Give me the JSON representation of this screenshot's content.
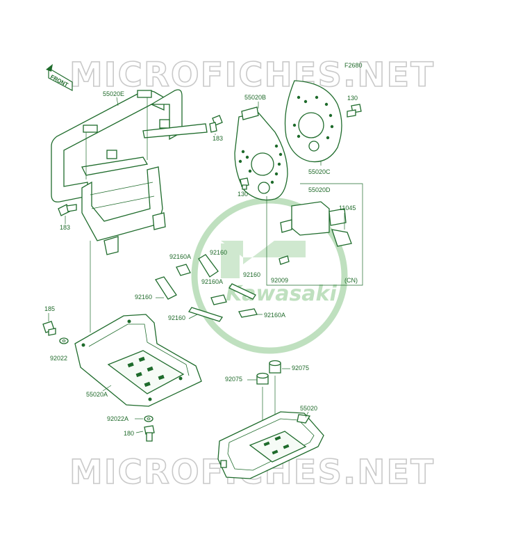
{
  "diagram": {
    "figure_code": "F2680",
    "front_label": "FRONT",
    "watermark_top": "MICROFICHES.NET",
    "watermark_bottom": "MICROFICHES.NET",
    "logo_text": "Kawasaki",
    "labels": {
      "p55020E": "55020E",
      "p183a": "183",
      "p183b": "183",
      "p55020B": "55020B",
      "p55020C": "55020C",
      "p130a": "130",
      "p130b": "130",
      "p55020D": "55020D",
      "p11045": "11045",
      "p92009": "92009",
      "pCN": "(CN)",
      "p92160A_1": "92160A",
      "p92160_1": "92160",
      "p92160A_2": "92160A",
      "p92160_2": "92160",
      "p92160_3": "92160",
      "p92160_4": "92160",
      "p92160A_3": "92160A",
      "p185": "185",
      "p92022a": "92022",
      "p55020A": "55020A",
      "p92022A": "92022A",
      "p180": "180",
      "p92075a": "92075",
      "p92075b": "92075",
      "p55020": "55020"
    }
  }
}
